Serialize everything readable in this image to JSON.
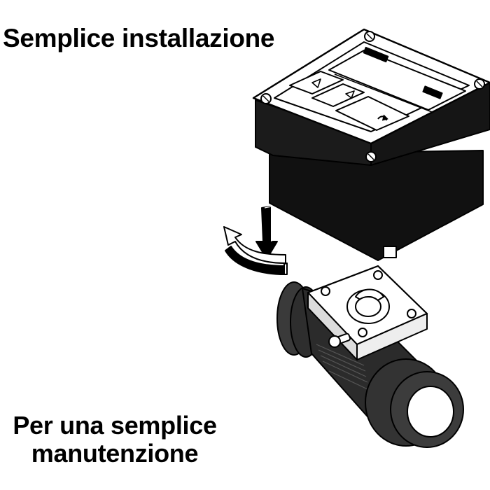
{
  "header": {
    "title": "Semplice installazione"
  },
  "footer": {
    "caption_line1": "Per una semplice",
    "caption_line2": "manutenzione"
  },
  "illustration": {
    "parts": [
      "display-unit",
      "turbine-meter-body",
      "down-arrow-icon",
      "rotate-arrow-icon"
    ],
    "colors": {
      "ink": "#000000",
      "body_shade": "#3a3a3a",
      "paper": "#ffffff"
    }
  }
}
